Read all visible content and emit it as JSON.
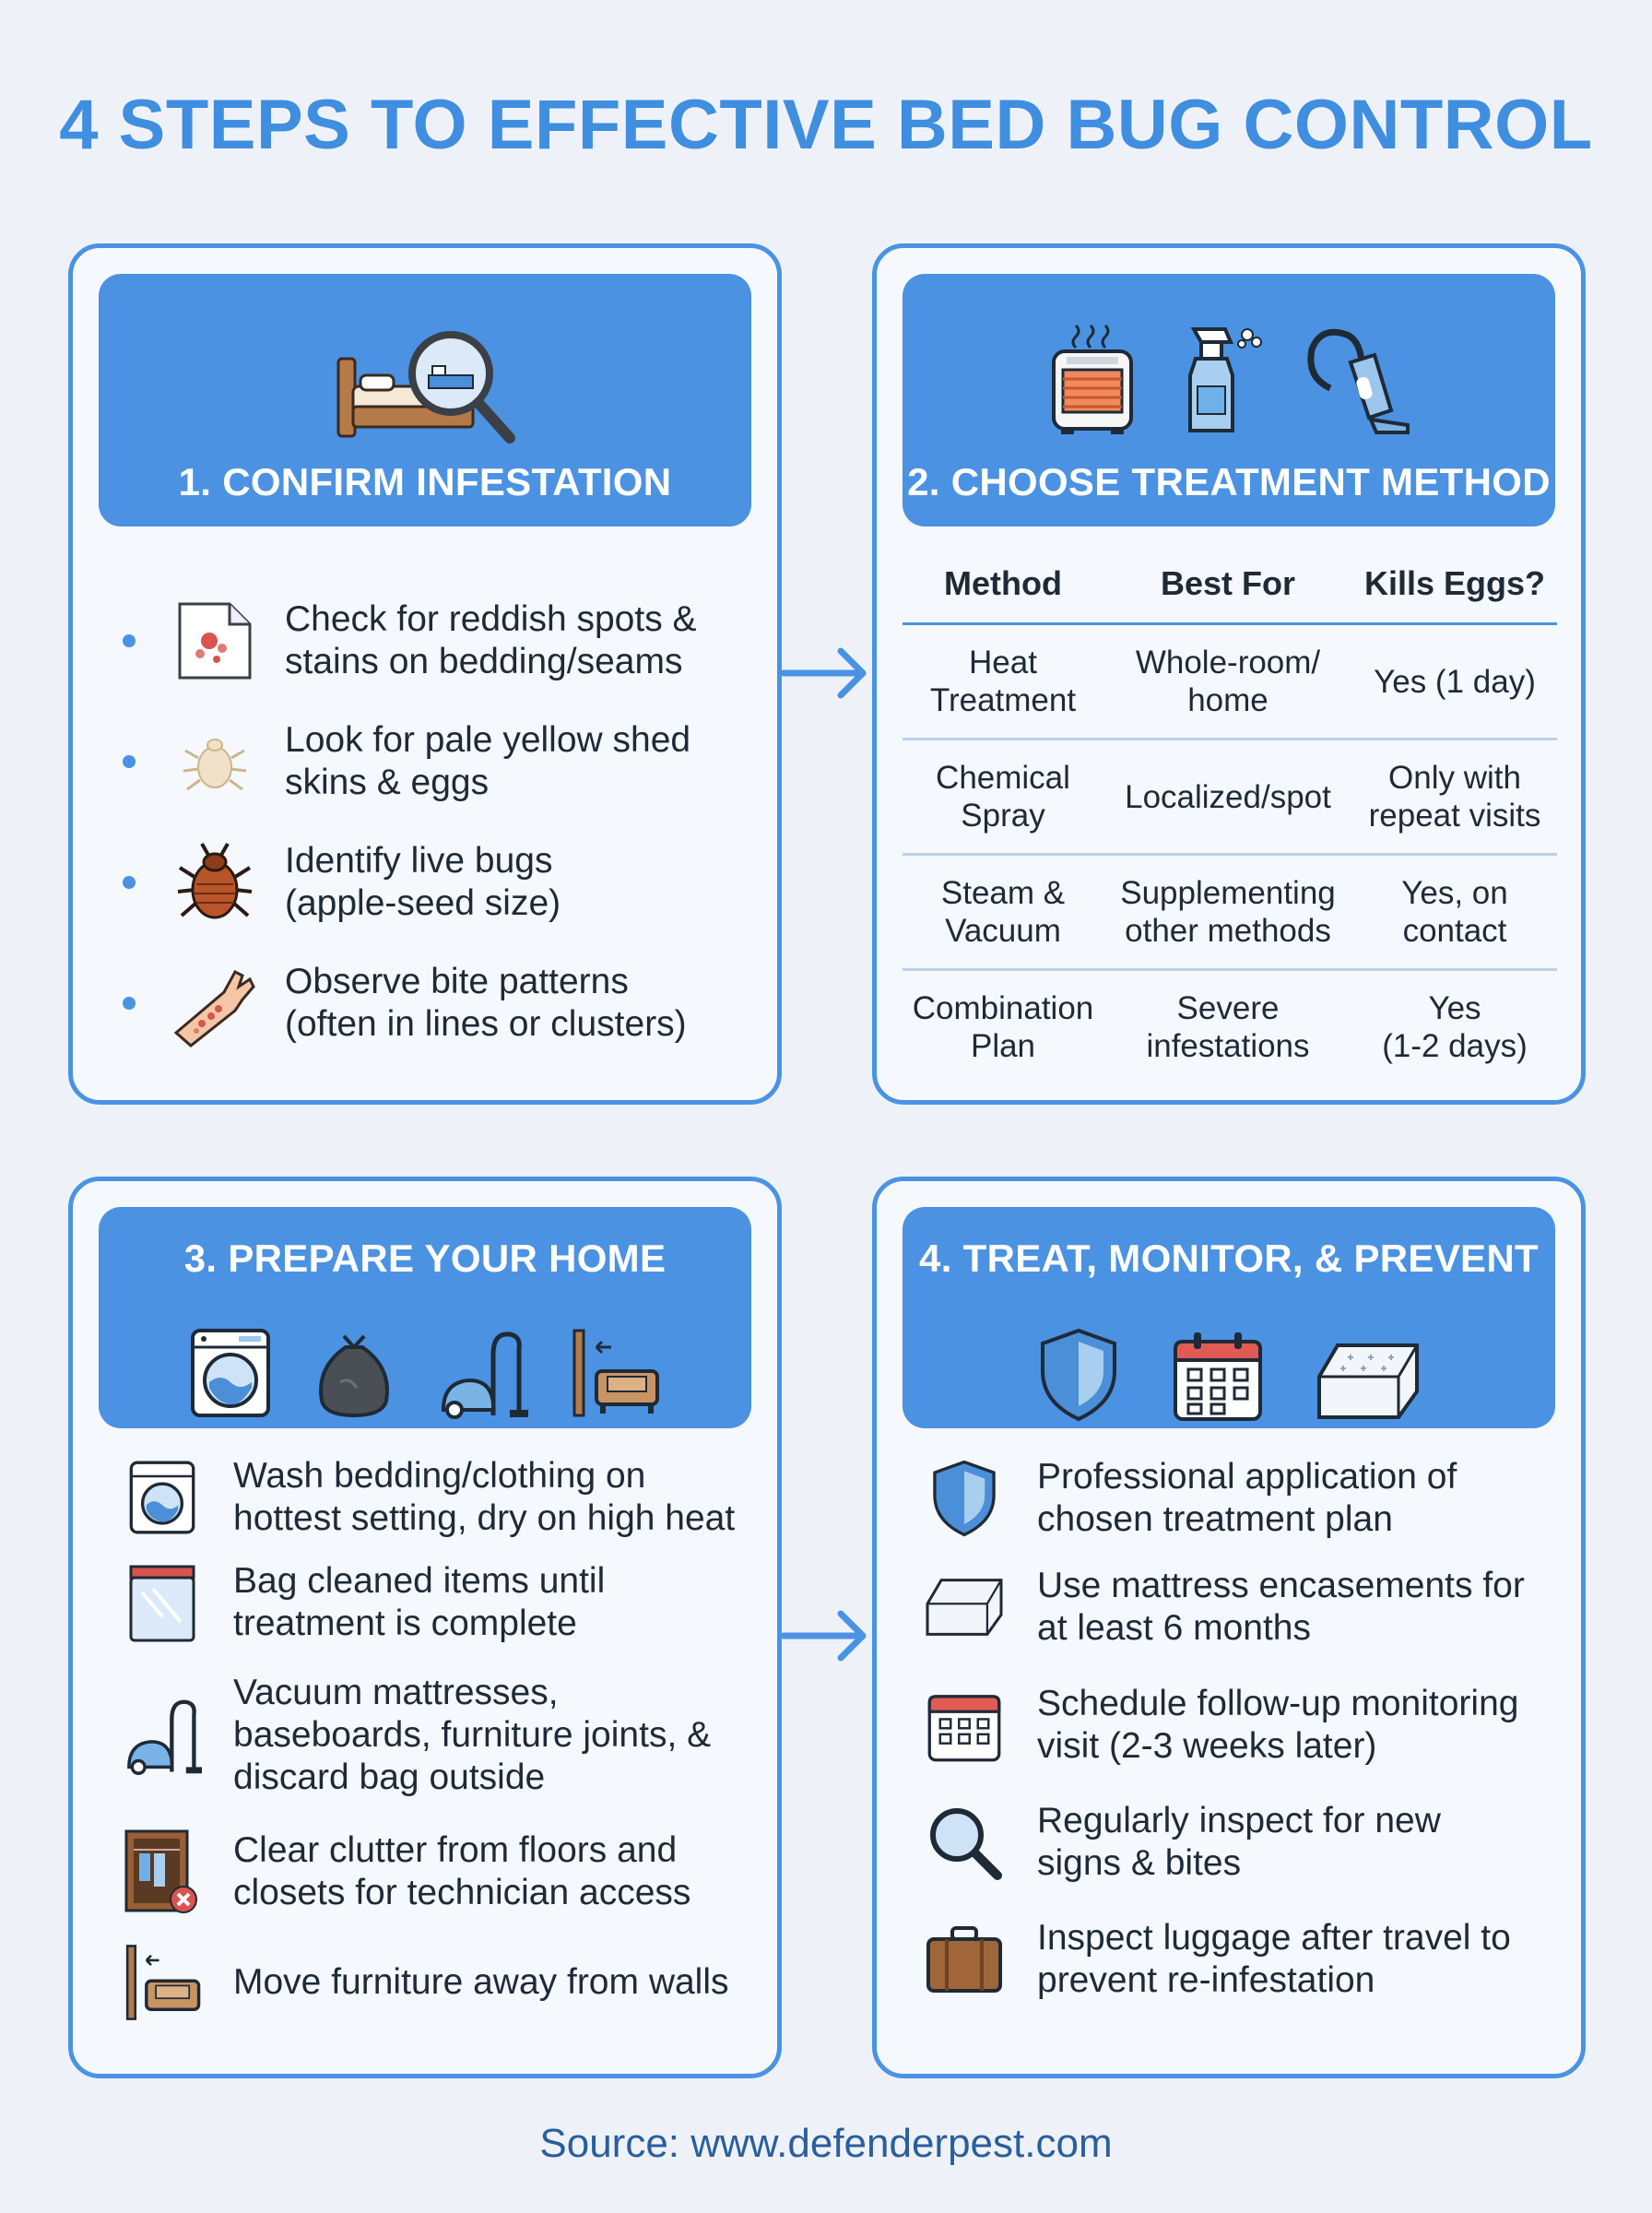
{
  "title": "4 STEPS TO EFFECTIVE BED BUG CONTROL",
  "colors": {
    "accent": "#4a93e4",
    "background": "#eef2f8",
    "title": "#3f8ee0",
    "source": "#2a5e9e"
  },
  "step1": {
    "title": "1. CONFIRM INFESTATION",
    "header_icon": "bed-magnifier-icon",
    "items": [
      {
        "icon": "stained-sheet-icon",
        "line1": "Check for reddish spots &",
        "line2": "stains on bedding/seams"
      },
      {
        "icon": "shed-skin-icon",
        "line1": "Look for pale yellow shed",
        "line2": "skins & eggs"
      },
      {
        "icon": "bed-bug-icon",
        "line1": "Identify live bugs",
        "line2": "(apple-seed size)"
      },
      {
        "icon": "bitten-arm-icon",
        "line1": "Observe bite patterns",
        "line2": "(often in lines or clusters)"
      }
    ]
  },
  "step2": {
    "title": "2. CHOOSE TREATMENT METHOD",
    "header_icons": [
      "heater-icon",
      "spray-bottle-icon",
      "vacuum-icon"
    ],
    "table": {
      "headers": [
        "Method",
        "Best For",
        "Kills Eggs?"
      ],
      "rows": [
        {
          "method": [
            "Heat",
            "Treatment"
          ],
          "best_for": [
            "Whole-room/",
            "home"
          ],
          "kills_eggs": [
            "Yes (1 day)",
            ""
          ]
        },
        {
          "method": [
            "Chemical",
            "Spray"
          ],
          "best_for": [
            "Localized/spot",
            ""
          ],
          "kills_eggs": [
            "Only with",
            "repeat visits"
          ]
        },
        {
          "method": [
            "Steam &",
            "Vacuum"
          ],
          "best_for": [
            "Supplementing",
            "other methods"
          ],
          "kills_eggs": [
            "Yes, on",
            "contact"
          ]
        },
        {
          "method": [
            "Combination",
            "Plan"
          ],
          "best_for": [
            "Severe",
            "infestations"
          ],
          "kills_eggs": [
            "Yes",
            "(1-2 days)"
          ]
        }
      ]
    }
  },
  "step3": {
    "title": "3. PREPARE YOUR HOME",
    "header_icons": [
      "washing-machine-icon",
      "trash-bag-icon",
      "vacuum-icon",
      "move-furniture-icon"
    ],
    "items": [
      {
        "icon": "washing-machine-icon",
        "lines": [
          "Wash bedding/clothing on",
          "hottest setting, dry on high heat"
        ]
      },
      {
        "icon": "plastic-bag-icon",
        "lines": [
          "Bag cleaned items until",
          "treatment is complete"
        ]
      },
      {
        "icon": "vacuum-icon",
        "lines": [
          "Vacuum mattresses,",
          "baseboards, furniture joints, &",
          "discard bag outside"
        ]
      },
      {
        "icon": "closet-clutter-icon",
        "lines": [
          "Clear clutter from floors and",
          "closets for technician access"
        ]
      },
      {
        "icon": "move-furniture-icon",
        "lines": [
          "Move furniture away from walls"
        ]
      }
    ]
  },
  "step4": {
    "title": "4. TREAT, MONITOR, & PREVENT",
    "header_icons": [
      "shield-icon",
      "calendar-icon",
      "mattress-icon"
    ],
    "items": [
      {
        "icon": "shield-icon",
        "lines": [
          "Professional application of",
          "chosen treatment plan"
        ]
      },
      {
        "icon": "mattress-icon",
        "lines": [
          "Use mattress encasements for",
          "at least 6 months"
        ]
      },
      {
        "icon": "calendar-icon",
        "lines": [
          "Schedule follow-up monitoring",
          "visit (2-3 weeks later)"
        ]
      },
      {
        "icon": "magnifier-icon",
        "lines": [
          "Regularly inspect for new",
          "signs & bites"
        ]
      },
      {
        "icon": "luggage-icon",
        "lines": [
          "Inspect luggage after travel to",
          "prevent re-infestation"
        ]
      }
    ]
  },
  "source": "Source: www.defenderpest.com"
}
